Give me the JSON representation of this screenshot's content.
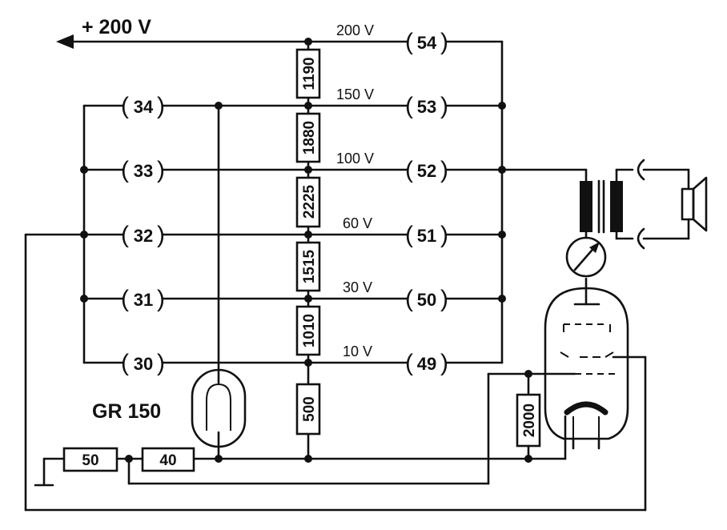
{
  "supply_label": "+ 200 V",
  "tube_label": "GR 150",
  "voltage_labels": [
    "200 V",
    "150 V",
    "100 V",
    "60 V",
    "30 V",
    "10 V"
  ],
  "left_terminals": [
    "34",
    "33",
    "32",
    "31",
    "30"
  ],
  "right_terminals": [
    "54",
    "53",
    "52",
    "51",
    "50",
    "49"
  ],
  "divider_resistors": [
    "1190",
    "1880",
    "2225",
    "1515",
    "1010",
    "500"
  ],
  "bottom_resistors": [
    "50",
    "40"
  ],
  "cathode_resistor": "2000"
}
